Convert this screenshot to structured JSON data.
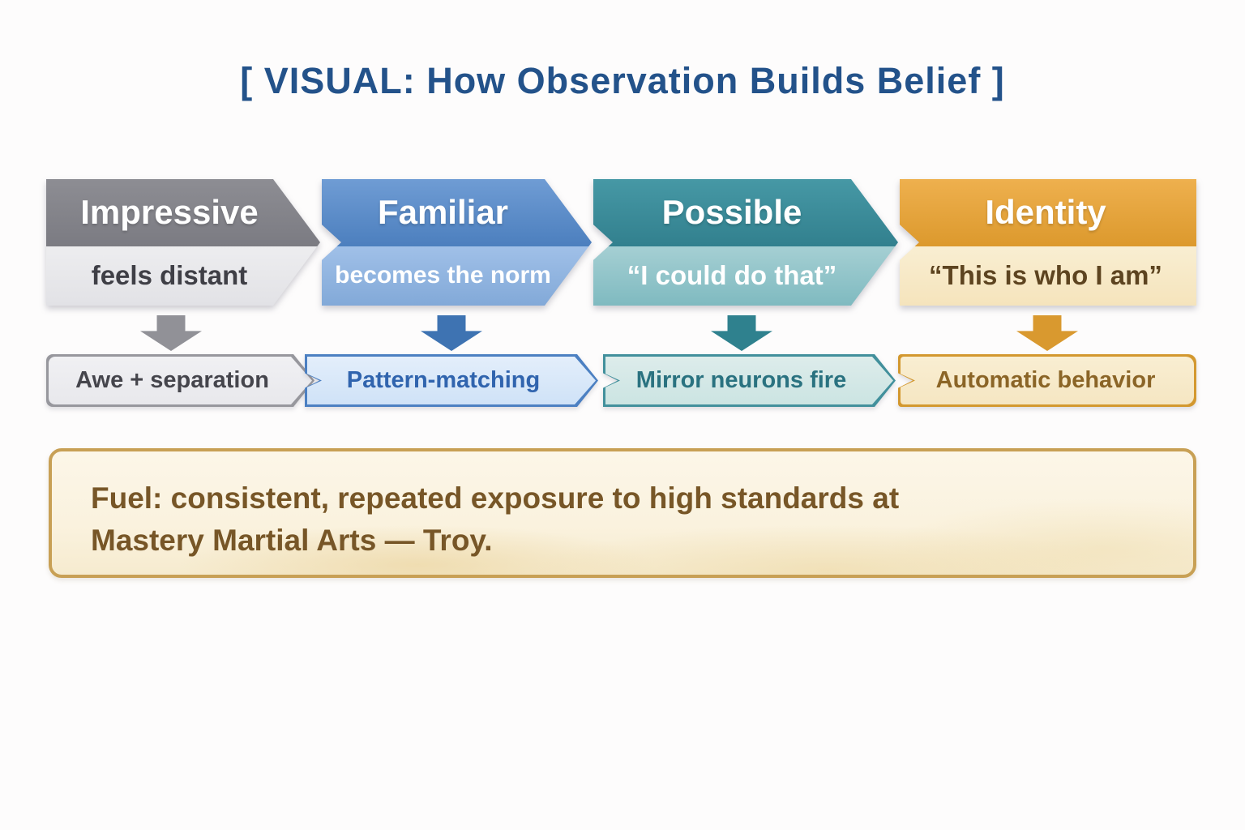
{
  "title": {
    "text": "[ VISUAL: How Observation Builds Belief ]"
  },
  "stages": [
    {
      "name": "Impressive",
      "feeling": "feels distant",
      "mechanism": "Awe + separation",
      "theme": "gray"
    },
    {
      "name": "Familiar",
      "feeling": "becomes the norm",
      "mechanism": "Pattern-matching",
      "theme": "blue"
    },
    {
      "name": "Possible",
      "feeling": "“I could do that”",
      "mechanism": "Mirror neurons fire",
      "theme": "teal"
    },
    {
      "name": "Identity",
      "feeling": "“This is who I am”",
      "mechanism": "Automatic behavior",
      "theme": "orange"
    }
  ],
  "fuel": {
    "line1": "Fuel: consistent, repeated exposure to high standards at",
    "line2": "Mastery Martial Arts — Troy."
  },
  "colors": {
    "title_text": "#23528a",
    "background": "#fdfcfc",
    "gray_dark": "#84848a",
    "gray_light": "#e9e9ec",
    "gray_arrow": "#919197",
    "blue_dark": "#5b8cc8",
    "blue_light": "#93b6e1",
    "blue_arrow": "#3e73b2",
    "teal_dark": "#3c8c99",
    "teal_light": "#93c5ca",
    "teal_arrow": "#2f818e",
    "orange_dark": "#e4a53d",
    "orange_light": "#f7e9ca",
    "orange_arrow": "#d9992f",
    "fuel_border": "#c8a055",
    "fuel_fill": "#faf2de",
    "fuel_text": "#775627"
  }
}
